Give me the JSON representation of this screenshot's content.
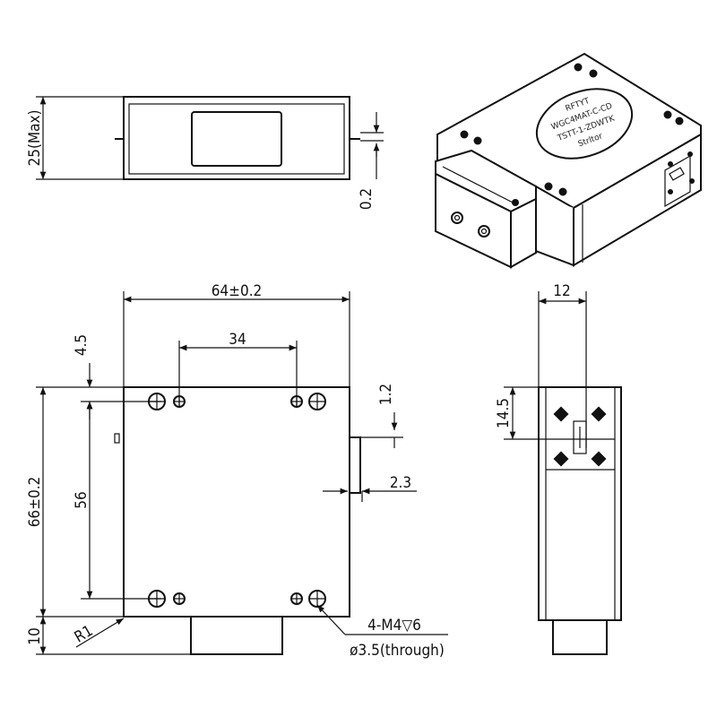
{
  "top_view": {
    "height_dim": "25(Max)",
    "gap_dim": "0.2"
  },
  "front_view": {
    "width_dim": "64±0.2",
    "hole_spacing_x": "34",
    "edge_offset": "4.5",
    "height_dim": "66±0.2",
    "hole_spacing_y": "56",
    "flange_height": "10",
    "corner_radius": "R1",
    "tab_offset": "1.2",
    "tab_width": "2.3",
    "thread_spec": "4-M4▽6",
    "through_hole": "ø3.5(through)"
  },
  "side_view": {
    "width_dim": "12",
    "port_height": "14.5"
  },
  "label": {
    "line1": "RFTYT",
    "line2": "WGC4MAT-C-CD",
    "line3": "TSTT-1-ZDWTK",
    "line4": "Strltor"
  }
}
